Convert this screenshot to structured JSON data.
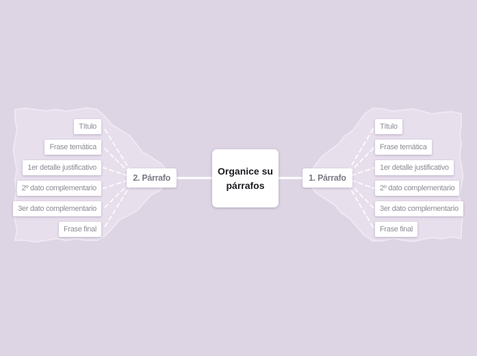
{
  "colors": {
    "bg": "#ded5e4",
    "boundary_fill": "#e7dfec",
    "boundary_stroke": "#efe8f3",
    "node_bg": "#ffffff",
    "child_text": "#8d8a94",
    "branch_text": "#7c7986",
    "root_text": "#1d1b20",
    "line": "#ffffff"
  },
  "root": {
    "label": "Organice su párrafos"
  },
  "branches": [
    {
      "label": "1. Párrafo",
      "side": "right",
      "children": [
        "Título",
        "Frase temática",
        "1er detalle justificativo",
        "2º dato complementario",
        "3er dato complementario",
        "Frase final"
      ]
    },
    {
      "label": "2. Párrafo",
      "side": "left",
      "children": [
        "Título",
        "Frase temática",
        "1er detalle justificativo",
        "2º dato complementario",
        "3er dato complementario",
        "Frase final"
      ]
    }
  ]
}
